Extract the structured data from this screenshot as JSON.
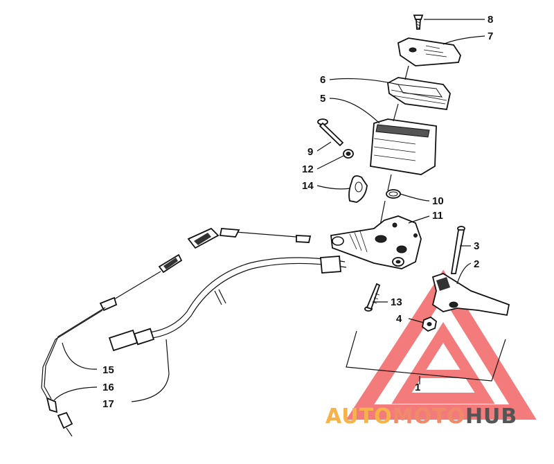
{
  "callouts": [
    {
      "id": "1",
      "label": "1"
    },
    {
      "id": "2",
      "label": "2"
    },
    {
      "id": "3",
      "label": "3"
    },
    {
      "id": "4",
      "label": "4"
    },
    {
      "id": "5",
      "label": "5"
    },
    {
      "id": "6",
      "label": "6"
    },
    {
      "id": "7",
      "label": "7"
    },
    {
      "id": "8",
      "label": "8"
    },
    {
      "id": "9",
      "label": "9"
    },
    {
      "id": "10",
      "label": "10"
    },
    {
      "id": "11",
      "label": "11"
    },
    {
      "id": "12",
      "label": "12"
    },
    {
      "id": "13",
      "label": "13"
    },
    {
      "id": "14",
      "label": "14"
    },
    {
      "id": "15",
      "label": "15"
    },
    {
      "id": "16",
      "label": "16"
    },
    {
      "id": "17",
      "label": "17"
    }
  ],
  "watermark": {
    "part1": "AUTO",
    "part2": "MOTO",
    "part3": "HUB",
    "color1": "#f5b34a",
    "color2": "#f08a6a",
    "color3": "#555555",
    "logo_color": "#f05050"
  }
}
